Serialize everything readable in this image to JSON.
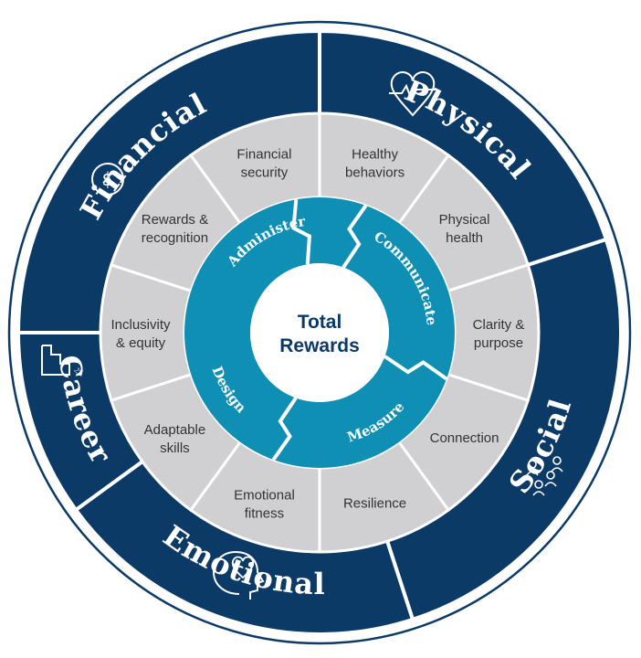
{
  "center": {
    "line1": "Total",
    "line2": "Rewards"
  },
  "colors": {
    "navy": "#0b3a66",
    "teal": "#0f8fb3",
    "gray": "#d0d0d2",
    "white": "#ffffff",
    "text": "#333333"
  },
  "dimensions": [
    {
      "label": "Financial",
      "icon": "dollar-icon"
    },
    {
      "label": "Physical",
      "icon": "heart-pulse-icon"
    },
    {
      "label": "Social",
      "icon": "people-network-icon"
    },
    {
      "label": "Emotional",
      "icon": "head-heart-icon"
    },
    {
      "label": "Career",
      "icon": "stairs-star-icon"
    }
  ],
  "elements": [
    [
      "Financial",
      "security"
    ],
    [
      "Healthy",
      "behaviors"
    ],
    [
      "Physical",
      "health"
    ],
    [
      "Clarity &",
      "purpose"
    ],
    [
      "Connection"
    ],
    [
      "Resilience"
    ],
    [
      "Emotional",
      "fitness"
    ],
    [
      "Adaptable",
      "skills"
    ],
    [
      "Inclusivity",
      "& equity"
    ],
    [
      "Rewards &",
      "recognition"
    ]
  ],
  "processes": [
    "Administer",
    "Communicate",
    "Measure",
    "Design"
  ]
}
